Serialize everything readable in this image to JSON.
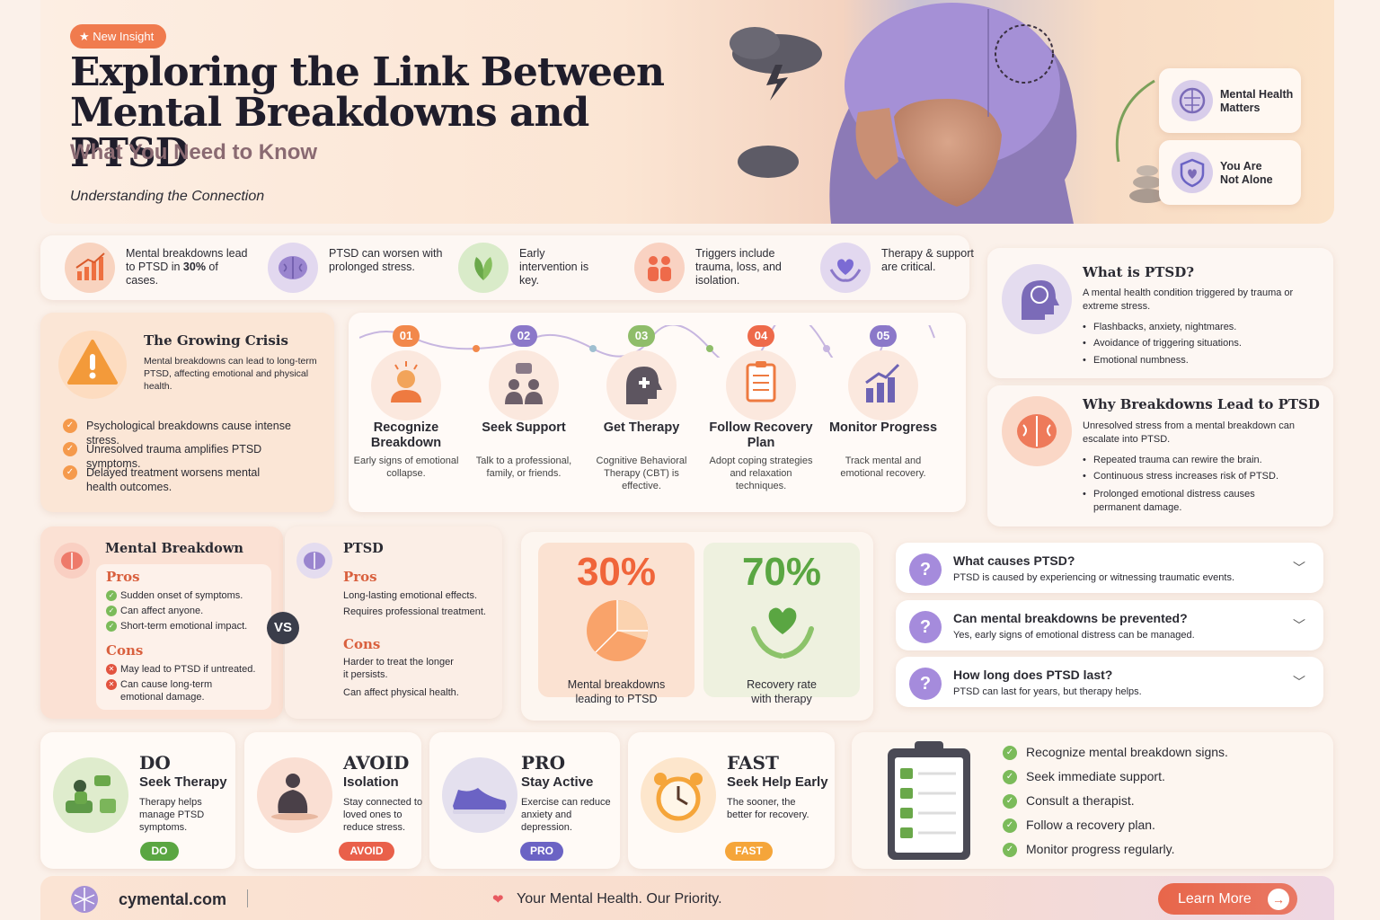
{
  "hero": {
    "badge": "★ New Insight",
    "title_line1": "Exploring the Link Between",
    "title_line2": "Mental Breakdowns and PTSD",
    "subtitle": "What You Need to Know",
    "tagline": "Understanding the Connection",
    "cards": [
      {
        "line1": "Mental Health",
        "line2": "Matters",
        "icon": "brain-icon"
      },
      {
        "line1": "You Are",
        "line2": "Not Alone",
        "icon": "shield-heart-icon"
      }
    ]
  },
  "stats_row": [
    {
      "pre": "Mental breakdowns lead to PTSD in ",
      "bold": "30%",
      "post": " of cases.",
      "icon": "chart-up-icon",
      "color": "#f8d3bf"
    },
    {
      "pre": "PTSD can worsen with prolonged stress.",
      "bold": "",
      "post": "",
      "icon": "brain-icon",
      "color": "#e2d8ef"
    },
    {
      "pre": "Early intervention is key.",
      "bold": "",
      "post": "",
      "icon": "leaf-icon",
      "color": "#d9ebc9"
    },
    {
      "pre": "Triggers include trauma, loss, and isolation.",
      "bold": "",
      "post": "",
      "icon": "people-icon",
      "color": "#f9d2c2"
    },
    {
      "pre": "Therapy & support are critical.",
      "bold": "",
      "post": "",
      "icon": "hands-heart-icon",
      "color": "#e2d8ef"
    }
  ],
  "crisis": {
    "title": "The Growing Crisis",
    "desc": "Mental breakdowns can lead to long-term PTSD, affecting emotional and physical health.",
    "items": [
      "Psychological breakdowns cause intense stress.",
      "Unresolved trauma amplifies PTSD symptoms.",
      "Delayed treatment worsens mental health outcomes."
    ]
  },
  "steps": [
    {
      "num": "01",
      "title": "Recognize Breakdown",
      "desc": "Early signs of emotional collapse.",
      "color": "#f2884b"
    },
    {
      "num": "02",
      "title": "Seek Support",
      "desc": "Talk to a professional, family, or friends.",
      "color": "#8b78c9"
    },
    {
      "num": "03",
      "title": "Get Therapy",
      "desc": "Cognitive Behavioral Therapy (CBT) is effective.",
      "color": "#8fbd6a"
    },
    {
      "num": "04",
      "title": "Follow Recovery Plan",
      "desc": "Adopt coping strategies and relaxation techniques.",
      "color": "#ee6a4a"
    },
    {
      "num": "05",
      "title": "Monitor Progress",
      "desc": "Track mental and emotional recovery.",
      "color": "#8b78c9"
    }
  ],
  "what_is": {
    "title": "What is PTSD?",
    "desc": "A mental health condition triggered by trauma or extreme stress.",
    "bullets": [
      "Flashbacks, anxiety, nightmares.",
      "Avoidance of triggering situations.",
      "Emotional numbness."
    ]
  },
  "why": {
    "title": "Why Breakdowns Lead to PTSD",
    "desc": "Unresolved stress from a mental breakdown can escalate into PTSD.",
    "bullets": [
      "Repeated trauma can rewire the brain.",
      "Continuous stress increases risk of PTSD.",
      "Prolonged emotional distress causes permanent damage."
    ]
  },
  "compare": {
    "left": {
      "title": "Mental Breakdown",
      "pros_label": "Pros",
      "pros": [
        "Sudden onset of symptoms.",
        "Can affect anyone.",
        "Short-term emotional impact."
      ],
      "cons_label": "Cons",
      "cons": [
        "May lead to PTSD if untreated.",
        "Can cause long-term emotional damage."
      ]
    },
    "vs": "VS",
    "right": {
      "title": "PTSD",
      "pros_label": "Pros",
      "pros": [
        "Long-lasting emotional effects.",
        "Requires professional treatment."
      ],
      "cons_label": "Cons",
      "cons": [
        "Harder to treat the longer it persists.",
        "Can affect physical health."
      ]
    }
  },
  "big_stats": [
    {
      "value": "30%",
      "label": "Mental breakdowns leading to PTSD",
      "color": "#f0653a",
      "fraction": 0.3
    },
    {
      "value": "70%",
      "label": "Recovery rate with therapy",
      "color": "#5aa642",
      "fraction": 0.7
    }
  ],
  "faq": [
    {
      "q": "What causes PTSD?",
      "a": "PTSD is caused by experiencing or witnessing traumatic events."
    },
    {
      "q": "Can mental breakdowns be prevented?",
      "a": "Yes, early signs of emotional distress can be managed."
    },
    {
      "q": "How long does PTSD last?",
      "a": "PTSD can last for years, but therapy helps."
    }
  ],
  "tips": [
    {
      "key": "DO",
      "title": "Seek Therapy",
      "desc": "Therapy helps manage PTSD symptoms.",
      "pill": "DO",
      "pill_color": "#5aa642",
      "icon": "therapy-session-icon"
    },
    {
      "key": "AVOID",
      "title": "Isolation",
      "desc": "Stay connected to loved ones to reduce stress.",
      "pill": "AVOID",
      "pill_color": "#e9604a",
      "icon": "isolated-person-icon"
    },
    {
      "key": "PRO",
      "title": "Stay Active",
      "desc": "Exercise can reduce anxiety and depression.",
      "pill": "PRO",
      "pill_color": "#6b63c4",
      "icon": "sneaker-icon"
    },
    {
      "key": "FAST",
      "title": "Seek Help Early",
      "desc": "The sooner, the better for recovery.",
      "pill": "FAST",
      "pill_color": "#f5a53a",
      "icon": "alarm-clock-icon"
    }
  ],
  "checklist": [
    "Recognize mental breakdown signs.",
    "Seek immediate support.",
    "Consult a therapist.",
    "Follow a recovery plan.",
    "Monitor progress regularly."
  ],
  "footer": {
    "site": "cymental.com",
    "slogan": "Your Mental Health. Our Priority.",
    "cta": "Learn More"
  }
}
